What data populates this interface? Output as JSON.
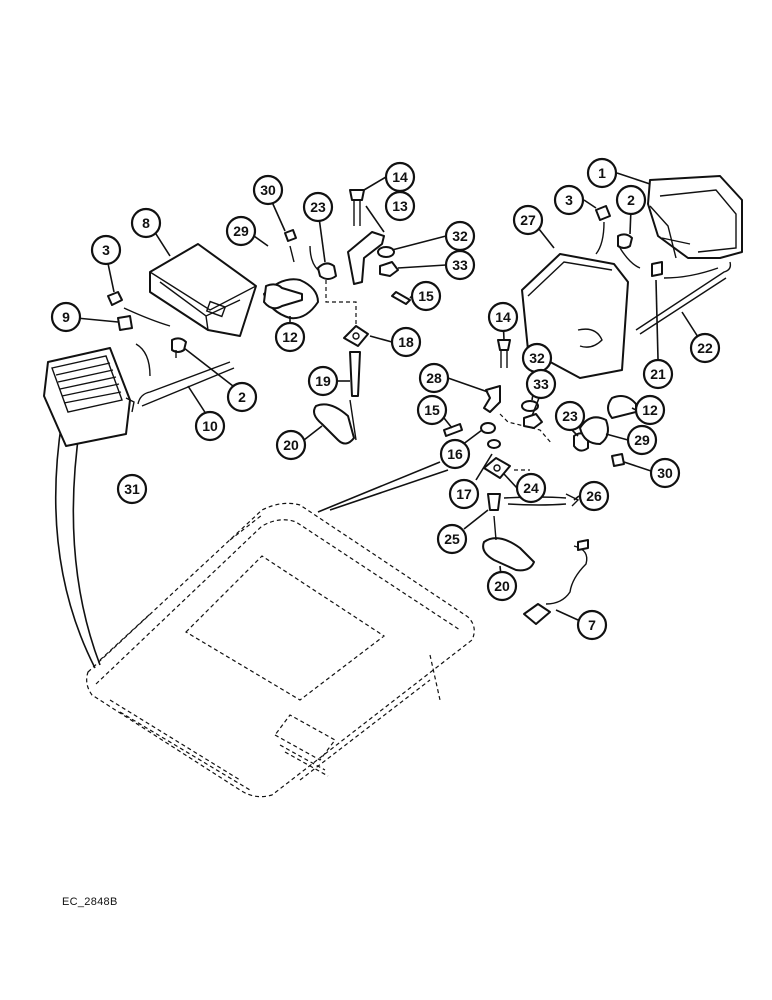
{
  "drawing_code": "EC_2848B",
  "callouts": {
    "c1": "1",
    "c3r": "3",
    "c2r": "2",
    "c27": "27",
    "c22": "22",
    "c21": "21",
    "c14a": "14",
    "c13": "13",
    "c23a": "23",
    "c30a": "30",
    "c29a": "29",
    "c32a": "32",
    "c33a": "33",
    "c15a": "15",
    "c12a": "12",
    "c18": "18",
    "c8": "8",
    "c3l": "3",
    "c9": "9",
    "c2l": "2",
    "c10": "10",
    "c31": "31",
    "c19": "19",
    "c20a": "20",
    "c14b": "14",
    "c28": "28",
    "c32b": "32",
    "c33b": "33",
    "c15b": "15",
    "c16": "16",
    "c23b": "23",
    "c12b": "12",
    "c29b": "29",
    "c30b": "30",
    "c17": "17",
    "c24": "24",
    "c26": "26",
    "c25": "25",
    "c20b": "20",
    "c7": "7"
  }
}
